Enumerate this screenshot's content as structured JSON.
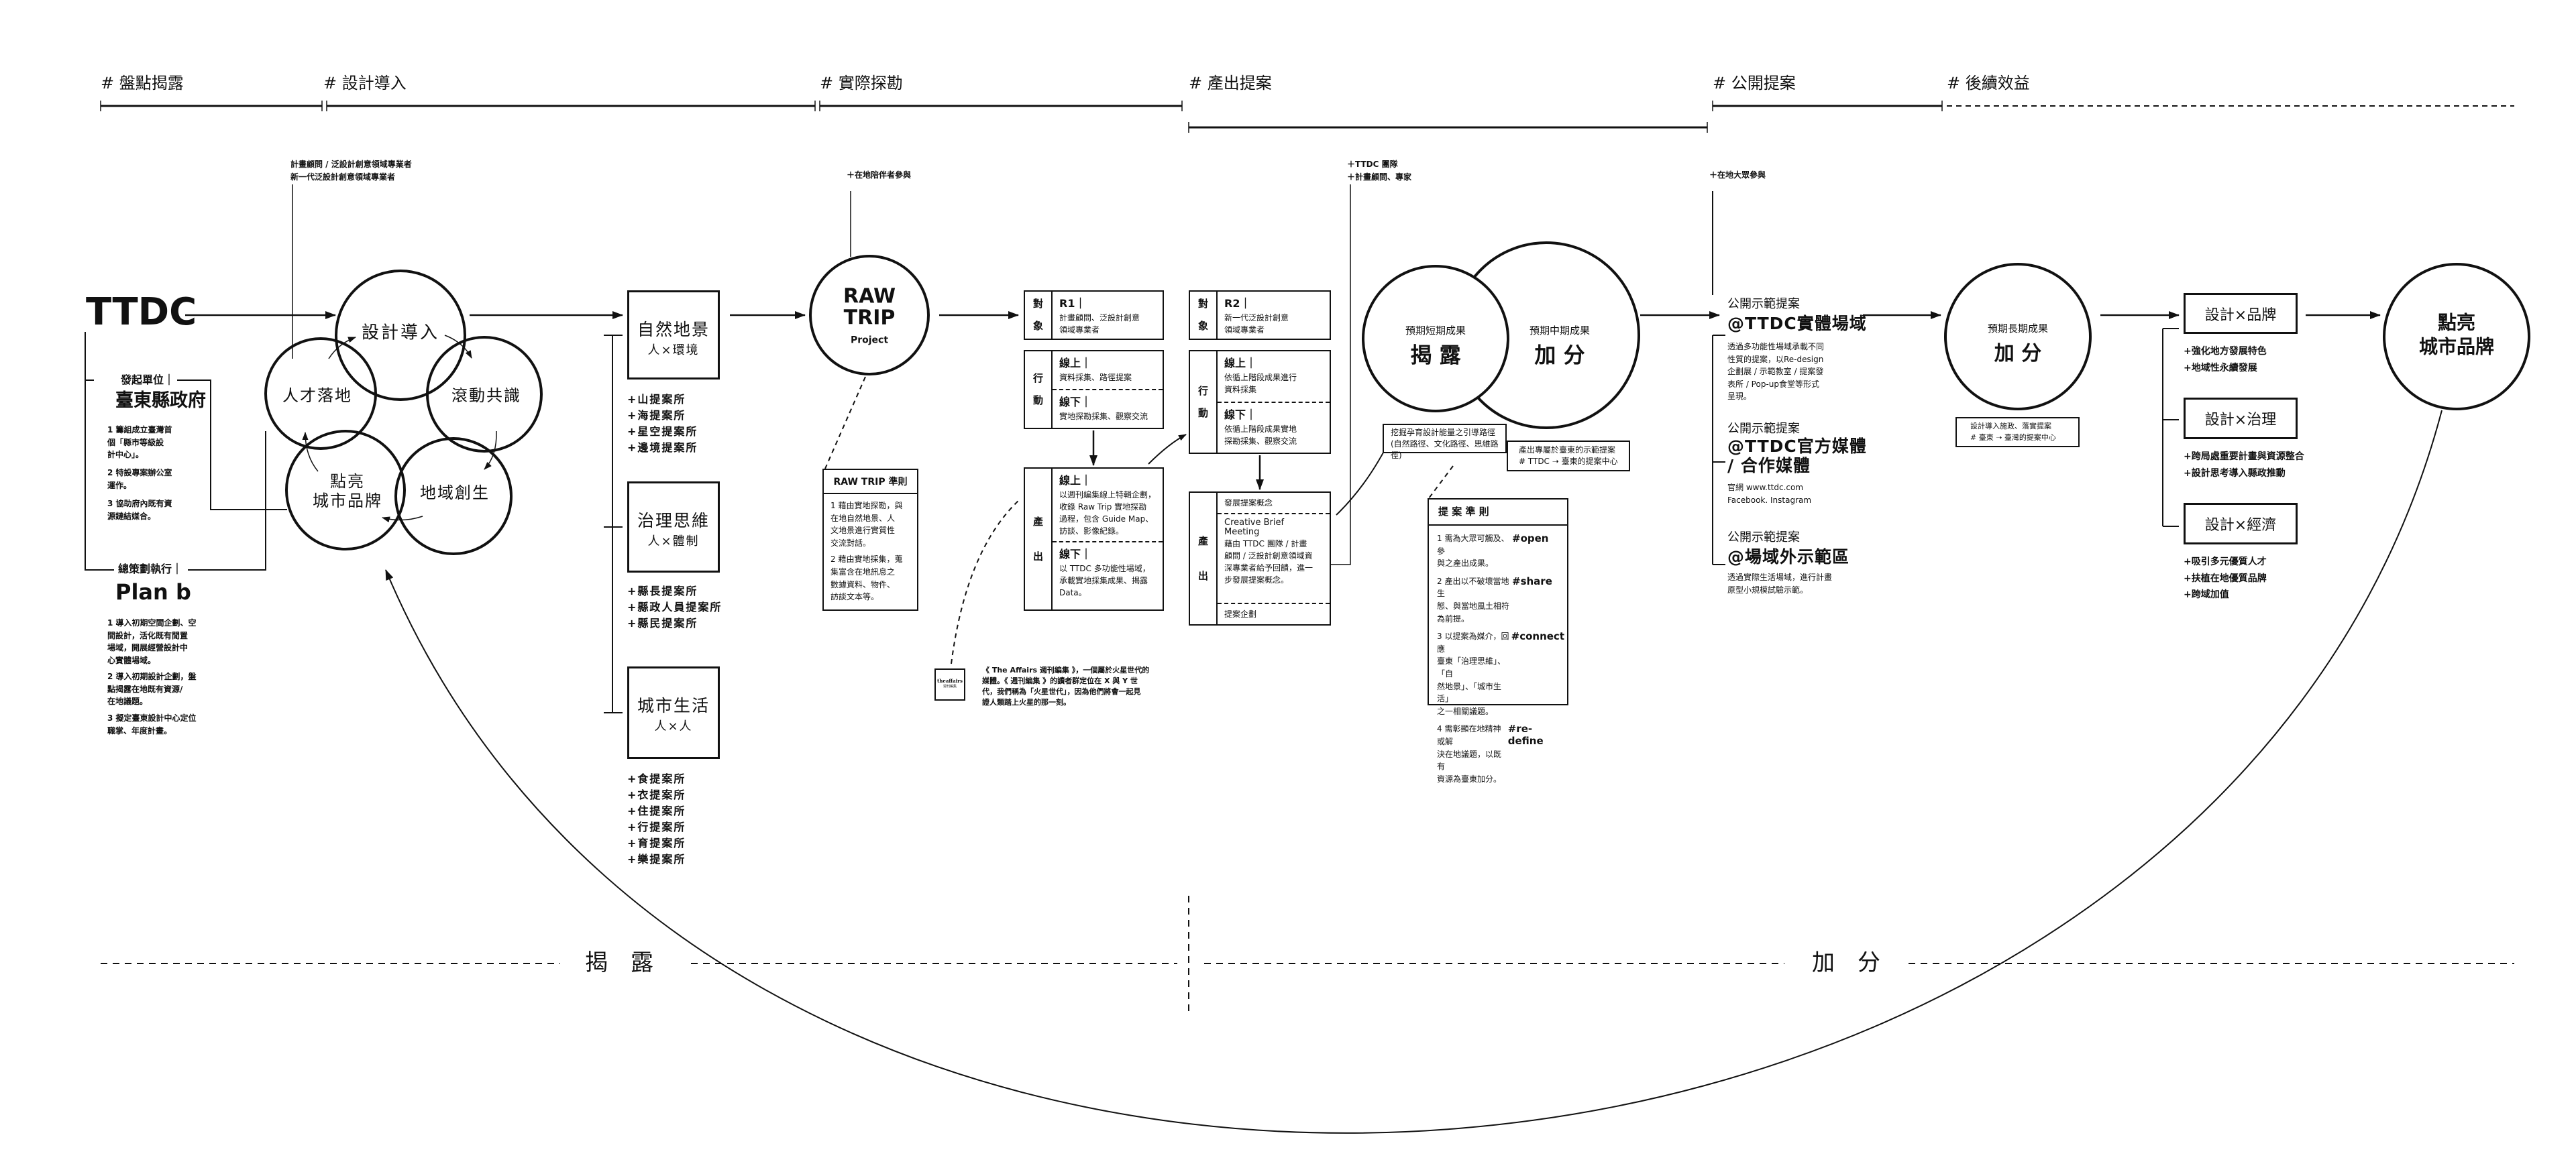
{
  "phases": [
    "# 盤點揭露",
    "# 設計導入",
    "# 實際探勘",
    "# 產出提案",
    "# 公開提案",
    "# 後續效益"
  ],
  "ttdc": "TTDC",
  "participants": {
    "design": "計畫顧問 / 泛設計創意領域專業者\n新一代泛設計創意領域專業者",
    "rawtrip": "＋在地陪伴者參與",
    "proposal": "＋TTDC 團隊\n＋計畫顧問、專家",
    "public": "＋在地大眾參與"
  },
  "initiator": {
    "label": "發起單位｜",
    "name": "臺東縣政府",
    "items": [
      "1  籌組成立臺灣首\n    個「縣市等級設\n    計中心」。",
      "2  特設專案辦公室\n    運作。",
      "3  協助府內既有資\n    源鏈結媒合。"
    ]
  },
  "planner": {
    "label": "總策劃執行｜",
    "name": "Plan b",
    "items": [
      "1  導入初期空間企劃、空\n    間設計，活化既有閒置\n    場域，開展經營設計中\n    心實體場域。",
      "2  導入初期設計企劃，盤\n    點揭露在地既有資源/\n    在地議題。",
      "3  擬定臺東設計中心定位\n    職掌、年度計畫。"
    ]
  },
  "cycle": {
    "design": "設計導入",
    "consensus": "滾動共識",
    "regional": "地域創生",
    "brand": "點亮\n城市品牌",
    "talent": "人才落地"
  },
  "themes": [
    {
      "title": "自然地景",
      "sub": "人×環境",
      "items": "+山提案所\n+海提案所\n+星空提案所\n+邊境提案所"
    },
    {
      "title": "治理思維",
      "sub": "人×體制",
      "items": "+縣長提案所\n+縣政人員提案所\n+縣民提案所"
    },
    {
      "title": "城市生活",
      "sub": "人×人",
      "items": "+食提案所\n+衣提案所\n+住提案所\n+行提案所\n+育提案所\n+樂提案所"
    }
  ],
  "rawtrip": {
    "title": "RAW\nTRIP",
    "sub": "Project",
    "rules_title": "RAW TRIP 準則",
    "rules": [
      "1  藉由實地探勘，與\n    在地自然地景、人\n    文地景進行實質性\n    交流對話。",
      "2  藉由實地採集，蒐\n    集富含在地訊息之\n    數據資料、物件、\n    訪談文本等。"
    ]
  },
  "affairs": {
    "logo": "theaffairs",
    "logo_sub": "週刊編集",
    "desc": "《 The Affairs 週刊編集 》，一個屬於火星世代的\n媒體。《 週刊編集 》的讀者群定位在 X 與 Y 世\n代，我們稱為「火星世代」，因為他們將會一起見\n證人類踏上火星的那一刻。"
  },
  "r1": {
    "target_label": "對\n象",
    "action_label": "行\n動",
    "output_label": "產\n出",
    "target_head": "R1｜",
    "target_text": "計畫顧問、泛設計創意\n領域專業者",
    "online_head": "線上｜",
    "online_text": "資料採集、路徑提案",
    "offline_head": "線下｜",
    "offline_text": "實地探勘採集、觀察交流",
    "out_online_head": "線上｜",
    "out_online_text": "以週刊編集線上特輯企劃，\n收錄 Raw Trip 實地探勘\n過程，包含 Guide Map、\n訪談、影像紀錄。",
    "out_offline_head": "線下｜",
    "out_offline_text": "以 TTDC 多功能性場域，\n承載實地採集成果、揭露\nData。"
  },
  "r2": {
    "target_label": "對\n象",
    "action_label": "行\n動",
    "output_label": "產\n出",
    "target_head": "R2｜",
    "target_text": "新一代泛設計創意\n領域專業者",
    "online_head": "線上｜",
    "online_text": "依循上階段成果進行\n資料採集",
    "offline_head": "線下｜",
    "offline_text": "依循上階段成果實地\n探勘採集、觀察交流",
    "out_1": "發展提案概念",
    "out_2_head": "Creative Brief\nMeeting",
    "out_2_text": "藉由 TTDC 團隊 / 計畫\n顧問 / 泛設計創意領域資\n深專業者給予回饋，進一\n步發展提案概念。",
    "out_3": "提案企劃"
  },
  "venn": {
    "short_label": "預期短期成果",
    "short_value": "揭 露",
    "mid_label": "預期中期成果",
    "mid_value": "加 分",
    "note1": "挖掘孕育設計能量之引導路徑\n(自然路徑、文化路徑、思維路徑)",
    "note2": "產出專屬於臺東的示範提案\n# TTDC ➝ 臺東的提案中心"
  },
  "proposal_rules": {
    "title": "提 案 準 則",
    "items": [
      {
        "text": "1  需為大眾可觸及、參\n    與之產出成果。",
        "tag": "#open"
      },
      {
        "text": "2  產出以不破壞當地生\n    態、與當地風土相符\n    為前提。",
        "tag": "#share"
      },
      {
        "text": "3  以提案為媒介，回應\n    臺東「治理思維」、「自\n    然地景」、「城市生活」\n    之一相關議題。",
        "tag": "#connect"
      },
      {
        "text": "4  需彰顯在地精神或解\n    決在地議題，以既有\n    資源為臺東加分。",
        "tag": "#re-define"
      }
    ]
  },
  "public_demo": [
    {
      "label": "公開示範提案",
      "title": "@TTDC實體場域",
      "desc": "透過多功能性場域承載不同\n性質的提案，以Re-design\n企劃展 / 示範教室 / 提案發\n表所 / Pop-up食堂等形式\n呈現。"
    },
    {
      "label": "公開示範提案",
      "title": "@TTDC官方媒體\n / 合作媒體",
      "desc": "官網 www.ttdc.com\nFacebook. Instagram"
    },
    {
      "label": "公開示範提案",
      "title": "@場域外示範區",
      "desc": "透過實際生活場域，進行計畫\n原型小規模試驗示範。"
    }
  ],
  "long_term": {
    "label": "預期長期成果",
    "value": "加 分",
    "note": "設計導入施政、落實提案\n# 臺東 ➝ 臺灣的提案中心"
  },
  "benefits": [
    {
      "title": "設計×品牌",
      "items": "+強化地方發展特色\n+地域性永續發展"
    },
    {
      "title": "設計×治理",
      "items": "+跨局處重要計畫與資源整合\n+設計思考導入縣政推動"
    },
    {
      "title": "設計×經濟",
      "items": "+吸引多元優質人才\n+扶植在地優質品牌\n+跨域加值"
    }
  ],
  "goal": "點亮\n城市品牌",
  "bottom": {
    "left": "揭　露",
    "right": "加　分"
  }
}
